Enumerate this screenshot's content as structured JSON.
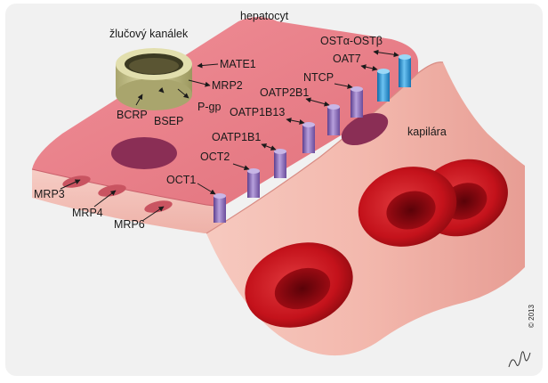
{
  "labels": {
    "hepatocyte": "hepatocyt",
    "bile_canaliculus": "žlučový kanálek",
    "capillary": "kapilára",
    "mate1": "MATE1",
    "mrp2": "MRP2",
    "pgp": "P-gp",
    "bsep": "BSEP",
    "bcrp": "BCRP",
    "ost": "OSTα-OSTβ",
    "oat7": "OAT7",
    "ntcp": "NTCP",
    "oatp2b1": "OATP2B1",
    "oatp1b13": "OATP1B13",
    "oatp1b1": "OATP1B1",
    "oct2": "OCT2",
    "oct1": "OCT1",
    "mrp3": "MRP3",
    "mrp4": "MRP4",
    "mrp6": "MRP6",
    "copyright": "© 2013"
  },
  "colors": {
    "background_panel": "#f1f1f1",
    "cell_top": "#e8808a",
    "cell_side": "#f3c1b9",
    "capillary_wall": "#f2b7ad",
    "nucleus": "#8a2e55",
    "canaliculus": "#c7c48f",
    "transporter_purple": "#8d6fb8",
    "transporter_blue": "#2f8fd0",
    "red_blood_cell": "#c8141d"
  }
}
